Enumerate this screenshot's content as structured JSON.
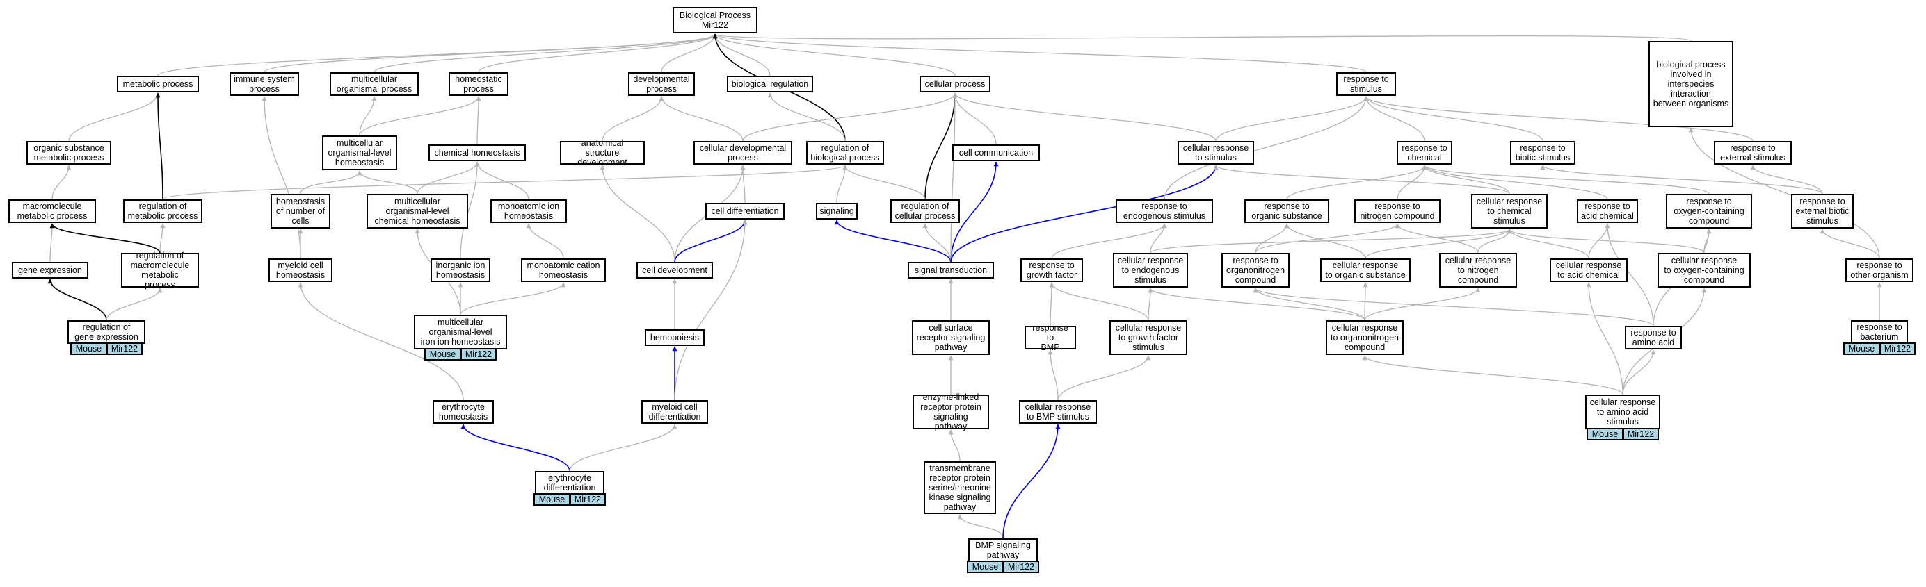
{
  "nodes": [
    {
      "id": "bp",
      "label": "Biological Process\nMir122"
    },
    {
      "id": "metabolic",
      "label": "metabolic process"
    },
    {
      "id": "immune",
      "label": "immune system\nprocess"
    },
    {
      "id": "multiorg",
      "label": "multicellular\norganismal process"
    },
    {
      "id": "homeostatic",
      "label": "homeostatic\nprocess"
    },
    {
      "id": "developmental",
      "label": "developmental\nprocess"
    },
    {
      "id": "bioreg",
      "label": "biological regulation"
    },
    {
      "id": "cellproc",
      "label": "cellular process"
    },
    {
      "id": "resp_stim",
      "label": "response to\nstimulus"
    },
    {
      "id": "interspecies",
      "label": "biological process\ninvolved in\ninterspecies\ninteraction\nbetween organisms"
    },
    {
      "id": "org_sub_met",
      "label": "organic substance\nmetabolic process"
    },
    {
      "id": "mc_homeo",
      "label": "multicellular\norganismal-level\nhomeostasis"
    },
    {
      "id": "chem_homeo",
      "label": "chemical homeostasis"
    },
    {
      "id": "anat_dev",
      "label": "anatomical structure\ndevelopment"
    },
    {
      "id": "cell_dev_proc",
      "label": "cellular developmental\nprocess"
    },
    {
      "id": "reg_bio",
      "label": "regulation of\nbiological process"
    },
    {
      "id": "cell_comm",
      "label": "cell communication"
    },
    {
      "id": "cell_resp_stim",
      "label": "cellular response\nto stimulus"
    },
    {
      "id": "resp_chem",
      "label": "response to\nchemical"
    },
    {
      "id": "resp_biotic",
      "label": "response to\nbiotic stimulus"
    },
    {
      "id": "resp_ext",
      "label": "response to\nexternal stimulus"
    },
    {
      "id": "macro_met",
      "label": "macromolecule\nmetabolic process"
    },
    {
      "id": "reg_met",
      "label": "regulation of\nmetabolic process"
    },
    {
      "id": "homeo_num",
      "label": "homeostasis\nof number of\ncells"
    },
    {
      "id": "mc_chem_homeo",
      "label": "multicellular\norganismal-level\nchemical homeostasis"
    },
    {
      "id": "mono_ion",
      "label": "monoatomic ion\nhomeostasis"
    },
    {
      "id": "cell_diff",
      "label": "cell differentiation"
    },
    {
      "id": "signaling",
      "label": "signaling"
    },
    {
      "id": "reg_cell",
      "label": "regulation of\ncellular process"
    },
    {
      "id": "resp_endo",
      "label": "response to\nendogenous stimulus"
    },
    {
      "id": "resp_orgsub",
      "label": "response to\norganic substance"
    },
    {
      "id": "resp_nitro",
      "label": "response to\nnitrogen compound"
    },
    {
      "id": "cell_resp_chem",
      "label": "cellular response\nto chemical\nstimulus"
    },
    {
      "id": "resp_acid",
      "label": "response to\nacid chemical"
    },
    {
      "id": "resp_oxy",
      "label": "response to\noxygen-containing\ncompound"
    },
    {
      "id": "resp_ext_biotic",
      "label": "response to\nexternal biotic\nstimulus"
    },
    {
      "id": "gene_expr",
      "label": "gene expression"
    },
    {
      "id": "reg_macro",
      "label": "regulation of\nmacromolecule\nmetabolic process"
    },
    {
      "id": "myeloid_homeo",
      "label": "myeloid cell\nhomeostasis"
    },
    {
      "id": "inorg_ion",
      "label": "inorganic ion\nhomeostasis"
    },
    {
      "id": "mono_cat",
      "label": "monoatomic cation\nhomeostasis"
    },
    {
      "id": "cell_dev",
      "label": "cell development"
    },
    {
      "id": "sig_trans",
      "label": "signal transduction"
    },
    {
      "id": "resp_growth",
      "label": "response to\ngrowth factor"
    },
    {
      "id": "cell_resp_endo",
      "label": "cellular response\nto endogenous\nstimulus"
    },
    {
      "id": "resp_organonitro",
      "label": "response to\norganonitrogen\ncompound"
    },
    {
      "id": "cell_resp_orgsub",
      "label": "cellular response\nto organic substance"
    },
    {
      "id": "cell_resp_nitro",
      "label": "cellular response\nto nitrogen\ncompound"
    },
    {
      "id": "cell_resp_acid",
      "label": "cellular response\nto acid chemical"
    },
    {
      "id": "cell_resp_oxy",
      "label": "cellular response\nto oxygen-containing\ncompound"
    },
    {
      "id": "resp_other_org",
      "label": "response to\nother organism"
    },
    {
      "id": "reg_gene_expr",
      "label": "regulation of\ngene expression"
    },
    {
      "id": "mc_iron",
      "label": "multicellular\norganismal-level\niron ion homeostasis"
    },
    {
      "id": "hemopoiesis",
      "label": "hemopoiesis"
    },
    {
      "id": "cell_surface",
      "label": "cell surface\nreceptor signaling\npathway"
    },
    {
      "id": "resp_bmp",
      "label": "response to\nBMP"
    },
    {
      "id": "cell_resp_growth",
      "label": "cellular response\nto growth factor\nstimulus"
    },
    {
      "id": "cell_resp_organonitro",
      "label": "cellular response\nto organonitrogen\ncompound"
    },
    {
      "id": "resp_amino",
      "label": "response to\namino acid"
    },
    {
      "id": "resp_bacterium",
      "label": "response to\nbacterium"
    },
    {
      "id": "erythro_homeo",
      "label": "erythrocyte\nhomeostasis"
    },
    {
      "id": "myeloid_diff",
      "label": "myeloid cell\ndifferentiation"
    },
    {
      "id": "enzyme_linked",
      "label": "enzyme-linked\nreceptor protein\nsignaling pathway"
    },
    {
      "id": "cell_resp_bmp",
      "label": "cellular response\nto BMP stimulus"
    },
    {
      "id": "cell_resp_amino",
      "label": "cellular response\nto amino acid\nstimulus"
    },
    {
      "id": "erythro_diff",
      "label": "erythrocyte\ndifferentiation"
    },
    {
      "id": "transmembrane",
      "label": "transmembrane\nreceptor protein\nserine/threonine\nkinase signaling\npathway"
    },
    {
      "id": "bmp_sig",
      "label": "BMP signaling\npathway"
    }
  ],
  "annotations": [
    {
      "node": "reg_gene_expr",
      "species": "Mouse",
      "gene": "Mir122"
    },
    {
      "node": "mc_iron",
      "species": "Mouse",
      "gene": "Mir122"
    },
    {
      "node": "erythro_diff",
      "species": "Mouse",
      "gene": "Mir122"
    },
    {
      "node": "bmp_sig",
      "species": "Mouse",
      "gene": "Mir122"
    },
    {
      "node": "cell_resp_amino",
      "species": "Mouse",
      "gene": "Mir122"
    },
    {
      "node": "resp_bacterium",
      "species": "Mouse",
      "gene": "Mir122"
    }
  ],
  "edges": [
    {
      "from": "metabolic",
      "to": "bp",
      "kind": "is_a"
    },
    {
      "from": "immune",
      "to": "bp",
      "kind": "is_a"
    },
    {
      "from": "multiorg",
      "to": "bp",
      "kind": "is_a"
    },
    {
      "from": "homeostatic",
      "to": "bp",
      "kind": "is_a"
    },
    {
      "from": "developmental",
      "to": "bp",
      "kind": "is_a"
    },
    {
      "from": "bioreg",
      "to": "bp",
      "kind": "is_a"
    },
    {
      "from": "cellproc",
      "to": "bp",
      "kind": "is_a"
    },
    {
      "from": "resp_stim",
      "to": "bp",
      "kind": "is_a"
    },
    {
      "from": "interspecies",
      "to": "bp",
      "kind": "is_a"
    },
    {
      "from": "reg_bio",
      "to": "bp",
      "kind": "regulates"
    },
    {
      "from": "org_sub_met",
      "to": "metabolic",
      "kind": "is_a"
    },
    {
      "from": "macro_met",
      "to": "org_sub_met",
      "kind": "is_a"
    },
    {
      "from": "gene_expr",
      "to": "macro_met",
      "kind": "is_a"
    },
    {
      "from": "reg_met",
      "to": "metabolic",
      "kind": "regulates"
    },
    {
      "from": "reg_met",
      "to": "reg_bio",
      "kind": "is_a"
    },
    {
      "from": "reg_macro",
      "to": "reg_met",
      "kind": "is_a"
    },
    {
      "from": "reg_macro",
      "to": "macro_met",
      "kind": "regulates"
    },
    {
      "from": "reg_gene_expr",
      "to": "gene_expr",
      "kind": "regulates"
    },
    {
      "from": "reg_gene_expr",
      "to": "reg_macro",
      "kind": "is_a"
    },
    {
      "from": "myeloid_homeo",
      "to": "immune",
      "kind": "is_a"
    },
    {
      "from": "myeloid_homeo",
      "to": "homeo_num",
      "kind": "is_a"
    },
    {
      "from": "homeo_num",
      "to": "mc_homeo",
      "kind": "is_a"
    },
    {
      "from": "mc_homeo",
      "to": "multiorg",
      "kind": "is_a"
    },
    {
      "from": "mc_homeo",
      "to": "homeostatic",
      "kind": "is_a"
    },
    {
      "from": "chem_homeo",
      "to": "homeostatic",
      "kind": "is_a"
    },
    {
      "from": "mc_chem_homeo",
      "to": "mc_homeo",
      "kind": "is_a"
    },
    {
      "from": "mc_chem_homeo",
      "to": "chem_homeo",
      "kind": "is_a"
    },
    {
      "from": "mono_ion",
      "to": "chem_homeo",
      "kind": "is_a"
    },
    {
      "from": "inorg_ion",
      "to": "chem_homeo",
      "kind": "is_a"
    },
    {
      "from": "mono_cat",
      "to": "mono_ion",
      "kind": "is_a"
    },
    {
      "from": "mc_iron",
      "to": "mc_chem_homeo",
      "kind": "is_a"
    },
    {
      "from": "mc_iron",
      "to": "inorg_ion",
      "kind": "is_a"
    },
    {
      "from": "mc_iron",
      "to": "mono_cat",
      "kind": "is_a"
    },
    {
      "from": "erythro_homeo",
      "to": "myeloid_homeo",
      "kind": "is_a"
    },
    {
      "from": "erythro_diff",
      "to": "erythro_homeo",
      "kind": "positively_regulates"
    },
    {
      "from": "erythro_diff",
      "to": "myeloid_diff",
      "kind": "is_a"
    },
    {
      "from": "anat_dev",
      "to": "developmental",
      "kind": "is_a"
    },
    {
      "from": "cell_dev_proc",
      "to": "developmental",
      "kind": "is_a"
    },
    {
      "from": "cell_dev_proc",
      "to": "cellproc",
      "kind": "is_a"
    },
    {
      "from": "cell_diff",
      "to": "cell_dev_proc",
      "kind": "is_a"
    },
    {
      "from": "cell_dev",
      "to": "anat_dev",
      "kind": "is_a"
    },
    {
      "from": "cell_dev",
      "to": "cell_dev_proc",
      "kind": "is_a"
    },
    {
      "from": "cell_dev",
      "to": "cell_diff",
      "kind": "positively_regulates"
    },
    {
      "from": "hemopoiesis",
      "to": "cell_dev",
      "kind": "is_a"
    },
    {
      "from": "myeloid_diff",
      "to": "hemopoiesis",
      "kind": "positively_regulates"
    },
    {
      "from": "myeloid_diff",
      "to": "cell_diff",
      "kind": "is_a"
    },
    {
      "from": "reg_bio",
      "to": "bioreg",
      "kind": "is_a"
    },
    {
      "from": "signaling",
      "to": "reg_bio",
      "kind": "is_a"
    },
    {
      "from": "reg_cell",
      "to": "cellproc",
      "kind": "regulates"
    },
    {
      "from": "reg_cell",
      "to": "reg_bio",
      "kind": "is_a"
    },
    {
      "from": "cell_comm",
      "to": "cellproc",
      "kind": "is_a"
    },
    {
      "from": "sig_trans",
      "to": "signaling",
      "kind": "positively_regulates"
    },
    {
      "from": "sig_trans",
      "to": "reg_cell",
      "kind": "is_a"
    },
    {
      "from": "sig_trans",
      "to": "cell_comm",
      "kind": "positively_regulates"
    },
    {
      "from": "sig_trans",
      "to": "cellproc",
      "kind": "is_a"
    },
    {
      "from": "sig_trans",
      "to": "cell_resp_stim",
      "kind": "positively_regulates"
    },
    {
      "from": "cell_surface",
      "to": "sig_trans",
      "kind": "is_a"
    },
    {
      "from": "enzyme_linked",
      "to": "cell_surface",
      "kind": "is_a"
    },
    {
      "from": "transmembrane",
      "to": "enzyme_linked",
      "kind": "is_a"
    },
    {
      "from": "bmp_sig",
      "to": "transmembrane",
      "kind": "is_a"
    },
    {
      "from": "bmp_sig",
      "to": "cell_resp_bmp",
      "kind": "positively_regulates"
    },
    {
      "from": "cell_resp_stim",
      "to": "cellproc",
      "kind": "is_a"
    },
    {
      "from": "cell_resp_stim",
      "to": "resp_stim",
      "kind": "is_a"
    },
    {
      "from": "resp_chem",
      "to": "resp_stim",
      "kind": "is_a"
    },
    {
      "from": "resp_biotic",
      "to": "resp_stim",
      "kind": "is_a"
    },
    {
      "from": "resp_ext",
      "to": "resp_stim",
      "kind": "is_a"
    },
    {
      "from": "resp_endo",
      "to": "resp_stim",
      "kind": "is_a"
    },
    {
      "from": "resp_orgsub",
      "to": "resp_chem",
      "kind": "is_a"
    },
    {
      "from": "resp_nitro",
      "to": "resp_chem",
      "kind": "is_a"
    },
    {
      "from": "cell_resp_chem",
      "to": "resp_chem",
      "kind": "is_a"
    },
    {
      "from": "cell_resp_chem",
      "to": "cell_resp_stim",
      "kind": "is_a"
    },
    {
      "from": "resp_acid",
      "to": "resp_chem",
      "kind": "is_a"
    },
    {
      "from": "resp_oxy",
      "to": "resp_chem",
      "kind": "is_a"
    },
    {
      "from": "resp_ext_biotic",
      "to": "resp_ext",
      "kind": "is_a"
    },
    {
      "from": "resp_ext_biotic",
      "to": "resp_biotic",
      "kind": "is_a"
    },
    {
      "from": "resp_other_org",
      "to": "resp_ext_biotic",
      "kind": "is_a"
    },
    {
      "from": "resp_other_org",
      "to": "interspecies",
      "kind": "is_a"
    },
    {
      "from": "resp_bacterium",
      "to": "resp_other_org",
      "kind": "is_a"
    },
    {
      "from": "resp_growth",
      "to": "resp_endo",
      "kind": "is_a"
    },
    {
      "from": "cell_resp_endo",
      "to": "resp_endo",
      "kind": "is_a"
    },
    {
      "from": "cell_resp_endo",
      "to": "cell_resp_chem",
      "kind": "is_a"
    },
    {
      "from": "resp_organonitro",
      "to": "resp_orgsub",
      "kind": "is_a"
    },
    {
      "from": "resp_organonitro",
      "to": "resp_nitro",
      "kind": "is_a"
    },
    {
      "from": "cell_resp_orgsub",
      "to": "resp_orgsub",
      "kind": "is_a"
    },
    {
      "from": "cell_resp_orgsub",
      "to": "cell_resp_chem",
      "kind": "is_a"
    },
    {
      "from": "cell_resp_nitro",
      "to": "resp_nitro",
      "kind": "is_a"
    },
    {
      "from": "cell_resp_nitro",
      "to": "cell_resp_chem",
      "kind": "is_a"
    },
    {
      "from": "cell_resp_acid",
      "to": "resp_acid",
      "kind": "is_a"
    },
    {
      "from": "cell_resp_acid",
      "to": "cell_resp_chem",
      "kind": "is_a"
    },
    {
      "from": "cell_resp_oxy",
      "to": "resp_oxy",
      "kind": "is_a"
    },
    {
      "from": "cell_resp_oxy",
      "to": "cell_resp_chem",
      "kind": "is_a"
    },
    {
      "from": "resp_bmp",
      "to": "resp_growth",
      "kind": "is_a"
    },
    {
      "from": "cell_resp_growth",
      "to": "resp_growth",
      "kind": "is_a"
    },
    {
      "from": "cell_resp_growth",
      "to": "cell_resp_endo",
      "kind": "is_a"
    },
    {
      "from": "cell_resp_bmp",
      "to": "resp_bmp",
      "kind": "is_a"
    },
    {
      "from": "cell_resp_bmp",
      "to": "cell_resp_growth",
      "kind": "is_a"
    },
    {
      "from": "cell_resp_organonitro",
      "to": "resp_organonitro",
      "kind": "is_a"
    },
    {
      "from": "cell_resp_organonitro",
      "to": "cell_resp_orgsub",
      "kind": "is_a"
    },
    {
      "from": "cell_resp_organonitro",
      "to": "cell_resp_nitro",
      "kind": "is_a"
    },
    {
      "from": "cell_resp_organonitro",
      "to": "cell_resp_endo",
      "kind": "is_a"
    },
    {
      "from": "resp_amino",
      "to": "resp_organonitro",
      "kind": "is_a"
    },
    {
      "from": "resp_amino",
      "to": "resp_acid",
      "kind": "is_a"
    },
    {
      "from": "resp_amino",
      "to": "resp_oxy",
      "kind": "is_a"
    },
    {
      "from": "cell_resp_amino",
      "to": "resp_amino",
      "kind": "is_a"
    },
    {
      "from": "cell_resp_amino",
      "to": "cell_resp_organonitro",
      "kind": "is_a"
    },
    {
      "from": "cell_resp_amino",
      "to": "cell_resp_acid",
      "kind": "is_a"
    },
    {
      "from": "cell_resp_amino",
      "to": "cell_resp_oxy",
      "kind": "is_a"
    }
  ],
  "edge_colors": {
    "is_a": "#b4b4b4",
    "regulates": "#000000",
    "positively_regulates": "#0000ee"
  }
}
